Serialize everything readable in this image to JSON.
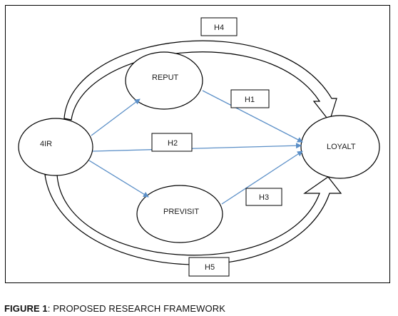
{
  "nodes": {
    "ir4": "4IR",
    "reput": "REPUT",
    "previsit": "PREVISIT",
    "loyalt": "LOYALT"
  },
  "hypotheses": {
    "h1": "H1",
    "h2": "H2",
    "h3": "H3",
    "h4": "H4",
    "h5": "H5"
  },
  "caption": {
    "figure": "FIGURE 1",
    "title": ":  PROPOSED RESEARCH FRAMEWORK"
  },
  "colors": {
    "arrow": "#5b8fc7",
    "outline": "#000000"
  }
}
